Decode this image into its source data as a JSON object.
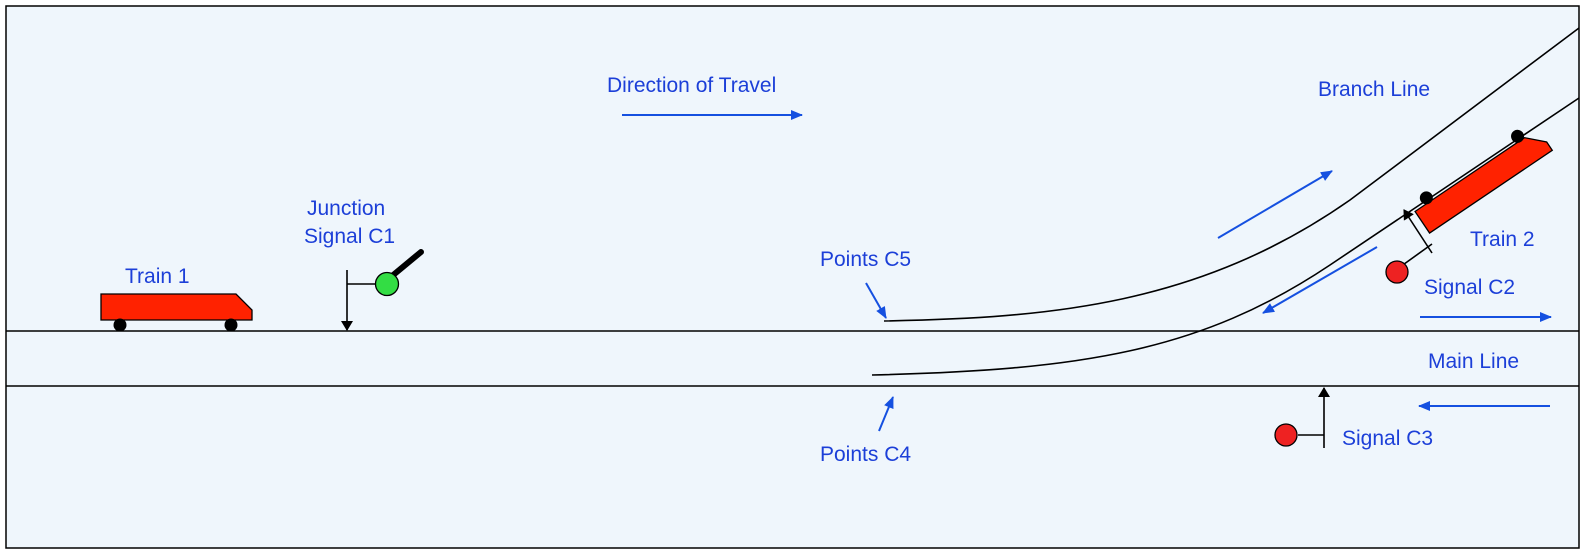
{
  "labels": {
    "direction_of_travel": "Direction of Travel",
    "branch_line": "Branch Line",
    "train_1": "Train 1",
    "junction_signal_line1": "Junction",
    "junction_signal_line2": "Signal C1",
    "points_c5": "Points C5",
    "points_c4": "Points C4",
    "train_2": "Train 2",
    "signal_c2": "Signal C2",
    "main_line": "Main Line",
    "signal_c3": "Signal C3"
  },
  "signals": {
    "c1": {
      "aspect": "green",
      "color": "#33dd44"
    },
    "c2": {
      "aspect": "red",
      "color": "#ee2222"
    },
    "c3": {
      "aspect": "red",
      "color": "#ee2222"
    }
  },
  "colors": {
    "background": "#eff6fc",
    "train": "#ff2200",
    "label": "#1c3fd8",
    "arrow": "#1550e0"
  }
}
